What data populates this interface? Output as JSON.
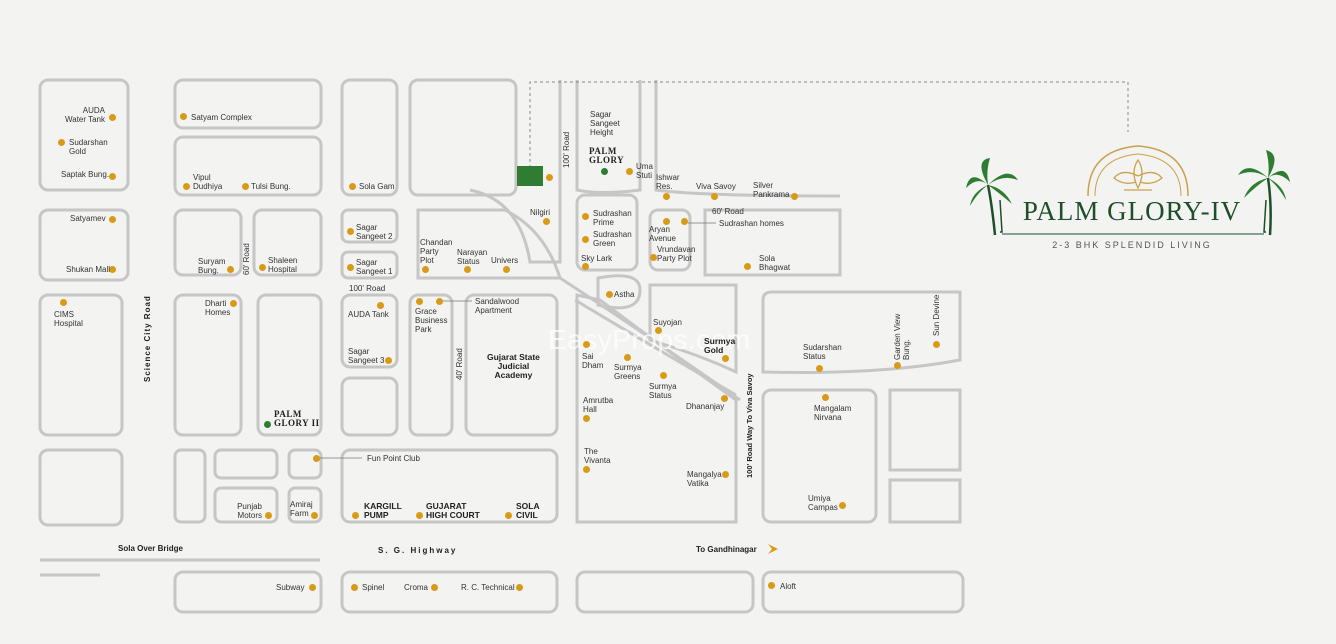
{
  "brand": {
    "title": "PALM GLORY-IV",
    "tagline": "2-3 BHK SPLENDID LIVING",
    "watermark": "EasyProps.com"
  },
  "roads": {
    "science_city": "Science City Road",
    "sola_over_bridge": "Sola Over Bridge",
    "sg_highway": "S. G. Highway",
    "to_gandhinagar": "To Gandhinagar",
    "road_100": "100' Road",
    "road_100_h": "100' Road",
    "road_60_a": "60' Road",
    "road_60_b": "60' Road",
    "road_40": "40' Road",
    "road_100_viva": "100' Road Way To Viva Savoy"
  },
  "projects": {
    "palm_glory": "PALM\nGLORY",
    "palm_glory_ii": "PALM\nGLORY II"
  },
  "landmarks": {
    "auda_water_tank": "AUDA\nWater Tank",
    "sudarshan_gold": "Sudarshan\nGold",
    "saptak_bung": "Saptak Bung.",
    "satyamev": "Satyamev",
    "shukan_mall": "Shukan Mall",
    "cims_hospital": "CIMS\nHospital",
    "satyam_complex": "Satyam Complex",
    "vipul_dudhiya": "Vipul\nDudhiya",
    "tulsi_bung": "Tulsi Bung.",
    "sola_gam": "Sola Gam",
    "suryam_bung": "Suryam\nBung.",
    "shaleen_hospital": "Shaleen\nHospital",
    "dharti_homes": "Dharti\nHomes",
    "sagar_sangeet_2": "Sagar\nSangeet 2",
    "sagar_sangeet_1": "Sagar\nSangeet 1",
    "auda_tank": "AUDA Tank",
    "sagar_sangeet_3": "Sagar\nSangeet 3",
    "chandan_party_plot": "Chandan\nParty\nPlot",
    "narayan_status": "Narayan\nStatus",
    "univers": "Univers",
    "grace_business_park": "Grace\nBusiness\nPark",
    "sandalwood_apartment": "Sandalwood\nApartment",
    "gujarat_state_judicial_academy": "Gujarat State\nJudicial\nAcademy",
    "fun_point_club": "Fun Point Club",
    "punjab_motors": "Punjab\nMotors",
    "amiraj_farm": "Amiraj\nFarm",
    "kargill_pump": "KARGILL\nPUMP",
    "gujarat_high_court": "GUJARAT\nHIGH COURT",
    "sola_civil": "SOLA\nCIVIL",
    "subway": "Subway",
    "spinel": "Spinel",
    "croma": "Croma",
    "rc_technical": "R. C. Technical",
    "aloft": "Aloft",
    "sagar_sangeet_height": "Sagar\nSangeet\nHeight",
    "nilgiri": "Nilgiri",
    "uma_stuti": "Uma\nStuti",
    "ishwar_res": "Ishwar\nRes.",
    "viva_savoy": "Viva Savoy",
    "silver_pankrama": "Silver\nPankrama",
    "sudrashan_prime": "Sudrashan\nPrime",
    "sudrashan_green": "Sudrashan\nGreen",
    "sky_lark": "Sky Lark",
    "aryan_avenue": "Aryan\nAvenue",
    "sudrashan_homes": "Sudrashan homes",
    "vrundavan_party_plot": "Vrundavan\nParty Plot",
    "sola_bhagwat": "Sola\nBhagwat",
    "astha": "Astha",
    "suyojan": "Suyojan",
    "surmya_gold": "Surmya\nGold",
    "sai_dham": "Sai\nDham",
    "surmya_greens": "Surmya\nGreens",
    "surmya_status": "Surmya\nStatus",
    "amrutba_hall": "Amrutba\nHall",
    "dhananjay": "Dhananjay",
    "the_vivanta": "The\nVivanta",
    "mangalya_vatika": "Mangalya\nVatika",
    "sudarshan_status": "Sudarshan\nStatus",
    "garden_view_bung": "Garden View\nBung.",
    "sun_devine": "Sun Devine",
    "mangalam_nirvana": "Mangalam\nNirvana",
    "umiya_campas": "Umiya\nCampas"
  },
  "colors": {
    "background": "#f3f3f2",
    "road": "#c9c9c9",
    "landmark_dot": "#d99a16",
    "project_dot": "#2e7d32",
    "brand_green": "#1e4f2a",
    "brand_gold": "#c9a24b"
  },
  "icons": {
    "palm_left": "palm-tree-icon",
    "palm_right": "palm-tree-icon",
    "crest": "fleur-crest-icon",
    "arrow": "arrow-right-icon"
  }
}
